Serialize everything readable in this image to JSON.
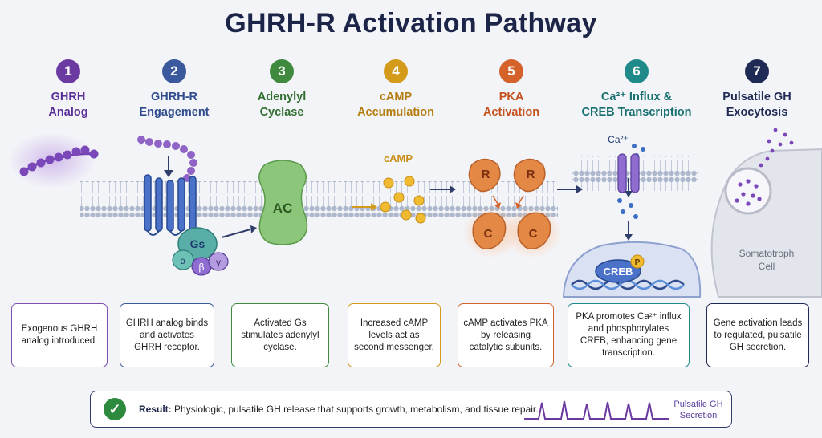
{
  "title": "GHRH-R Activation Pathway",
  "steps": [
    {
      "num": "1",
      "line1": "GHRH",
      "line2": "Analog",
      "color": "#6a3aa1"
    },
    {
      "num": "2",
      "line1": "GHRH-R",
      "line2": "Engagement",
      "color": "#3b5a9e"
    },
    {
      "num": "3",
      "line1": "Adenylyl",
      "line2": "Cyclase",
      "color": "#3f8a3f"
    },
    {
      "num": "4",
      "line1": "cAMP",
      "line2": "Accumulation",
      "color": "#d49a1a"
    },
    {
      "num": "5",
      "line1": "PKA",
      "line2": "Activation",
      "color": "#d4622a"
    },
    {
      "num": "6",
      "line1": "Ca²⁺ Influx &",
      "line2": "CREB Transcription",
      "color": "#1e8a8a"
    },
    {
      "num": "7",
      "line1": "Pulsatile GH",
      "line2": "Exocytosis",
      "color": "#1f2a55"
    }
  ],
  "labels": {
    "gs": "Gs",
    "alpha": "α",
    "beta": "β",
    "gamma": "γ",
    "ac": "AC",
    "camp": "cAMP",
    "r": "R",
    "c": "C",
    "ca": "Ca²⁺",
    "creb": "CREB",
    "p": "P",
    "somatotroph": "Somatotroph",
    "cell": "Cell"
  },
  "boxes": [
    {
      "text": "Exogenous GHRH analog introduced.",
      "color": "#7b4fb0"
    },
    {
      "text": "GHRH analog binds and activates GHRH receptor.",
      "color": "#3b5a9e"
    },
    {
      "text": "Activated Gs stimulates adenylyl cyclase.",
      "color": "#3f8a3f"
    },
    {
      "text": "Increased cAMP levels act as second messenger.",
      "color": "#d49a1a"
    },
    {
      "text": "cAMP activates PKA by releasing catalytic subunits.",
      "color": "#d4622a"
    },
    {
      "text": "PKA promotes Ca²⁺ influx and phosphorylates CREB, enhancing gene transcription.",
      "color": "#1e8a8a"
    },
    {
      "text": "Gene activation leads to regulated, pulsatile GH secretion.",
      "color": "#1f2a55"
    }
  ],
  "result": {
    "label": "Result:",
    "text": "Physiologic, pulsatile GH release that supports growth, metabolism, and tissue repair.",
    "pulse_label": "Pulsatile GH Secretion"
  }
}
